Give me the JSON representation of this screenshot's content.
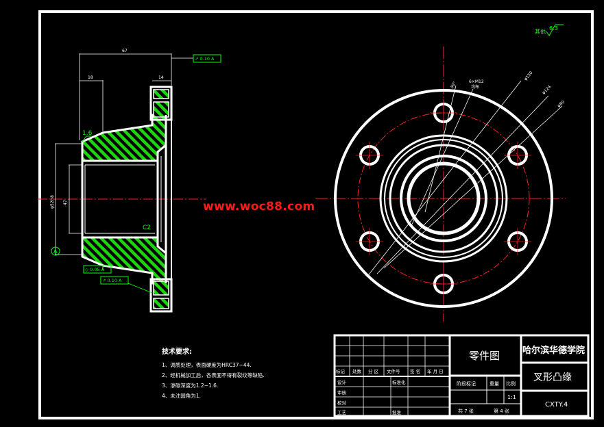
{
  "watermark": "www.woc88.com",
  "surface_finish": {
    "label": "其他",
    "value": "6.3"
  },
  "dimensions": {
    "total_length": "67",
    "hub_length": "18",
    "flange_thickness": "14",
    "bore": "47",
    "bore_upper": "φ52H8",
    "holes": "6×M12",
    "holes_note": "均布",
    "d_outer": "φ150",
    "d_bolt_circle": "φ124",
    "d_inner": "φ80",
    "angle": "30°",
    "chamfer": "C2"
  },
  "tolerances": {
    "perp_top": "↗ 0.10 A",
    "runout_a": "◇ 0.05 A",
    "perp_bottom": "↗ 0.10 A"
  },
  "roughness_left": "1.6",
  "datum": "A",
  "tech_requirements": {
    "title": "技术要求:",
    "items": [
      "1、调质处理，表面硬度为HRC37~44.",
      "2、经机械加工后，各表面不得有裂纹等缺陷.",
      "3、渗碳深度为1.2~1.6.",
      "4、未注圆角为1."
    ]
  },
  "title_block": {
    "drawing_type": "零件图",
    "school": "哈尔滨华德学院",
    "part_name": "叉形凸缘",
    "drawing_no": "CXTY.4",
    "header_cells": [
      "标记",
      "处数",
      "分 区",
      "文件号",
      "签 名",
      "年 月 日"
    ],
    "row_labels": [
      "设计",
      "审核",
      "校对",
      "工艺"
    ],
    "standardized": "标准化",
    "approved": "批准",
    "stage_mark": "阶段标记",
    "weight": "重量",
    "scale_label": "比例",
    "scale": "1:1",
    "total_sheets": "共 7 张",
    "sheet_no": "第 4 张"
  },
  "colors": {
    "outline": "#ffffff",
    "hatch": "#1bd60c",
    "centerline": "#ff2020",
    "dimension": "#ffffff",
    "annotation": "#00ff00"
  }
}
